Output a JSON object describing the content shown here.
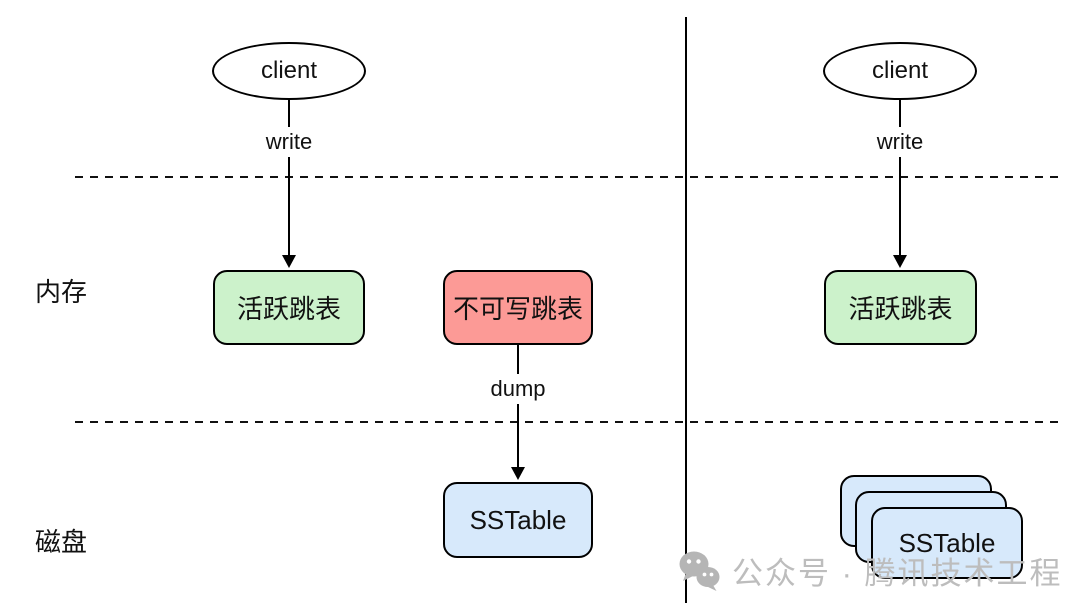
{
  "panels": {
    "left": {
      "client_label": "client",
      "write_label": "write",
      "active_skiplist_label": "活跃跳表",
      "immutable_skiplist_label": "不可写跳表",
      "dump_label": "dump",
      "sstable_label": "SSTable"
    },
    "right": {
      "client_label": "client",
      "write_label": "write",
      "active_skiplist_label": "活跃跳表",
      "sstable_label": "SSTable"
    }
  },
  "layers": {
    "memory_label": "内存",
    "disk_label": "磁盘"
  },
  "watermark": {
    "icon": "wechat-icon",
    "text": "公众号 · 腾讯技术工程"
  },
  "colors": {
    "active_skiplist_fill": "#ccf2cb",
    "immutable_skiplist_fill": "#fc9a96",
    "sstable_fill": "#d7e9fb",
    "stroke": "#000000",
    "watermark_gray": "#bdbdbd"
  }
}
